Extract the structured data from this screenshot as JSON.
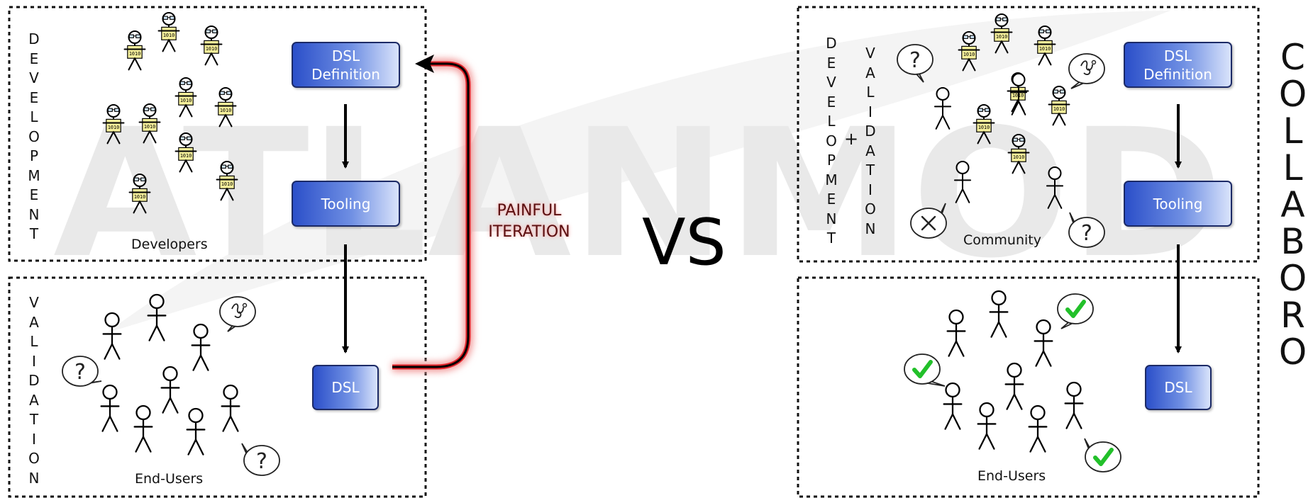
{
  "watermark": {
    "text": "ATLANMOD",
    "color": "#e9e9e9"
  },
  "left_side": {
    "development_label": "DEVELOPMENT",
    "validation_label": "VALIDATION",
    "developers_caption": "Developers",
    "end_users_caption": "End-Users",
    "boxes": {
      "definition": "DSL\nDefinition",
      "tooling": "Tooling",
      "dsl": "DSL"
    },
    "iteration_label": "PAINFUL\nITERATION"
  },
  "vs_label": "VS",
  "right_side": {
    "development_label": "DEVELOPMENT",
    "plus_label": "+",
    "validation_label": "VALIDATION",
    "community_caption": "Community",
    "end_users_caption": "End-Users",
    "boxes": {
      "definition": "DSL\nDefinition",
      "tooling": "Tooling",
      "dsl": "DSL"
    },
    "collaboro_label": "COLLABORO"
  },
  "colors": {
    "box_accent": "#2b4fc9",
    "iteration_arrow": "#e0242a",
    "check": "#22c02a",
    "developer_shirt": "#f5ef9a"
  }
}
